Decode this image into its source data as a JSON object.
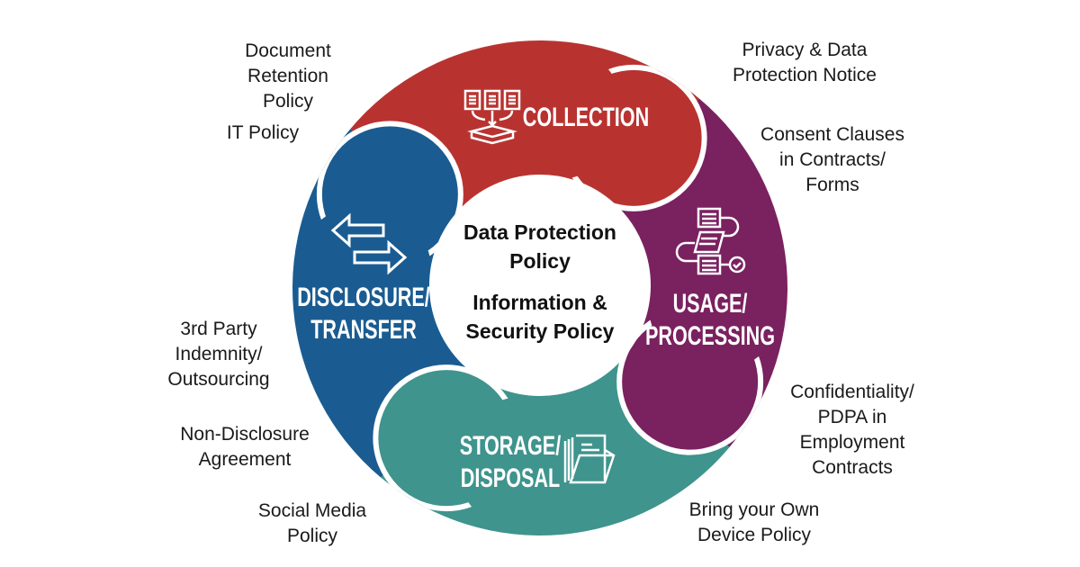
{
  "colors": {
    "collection": "#b83330",
    "usage": "#7a2160",
    "storage": "#3f948d",
    "disclosure": "#1a5c91"
  },
  "center": {
    "line1": "Data Protection",
    "line2": "Policy",
    "line3": "Information &",
    "line4": "Security Policy"
  },
  "segments": {
    "collection": {
      "lines": [
        "COLLECTION"
      ],
      "icon": "documents-to-inbox-icon"
    },
    "usage": {
      "lines": [
        "USAGE/",
        "PROCESSING"
      ],
      "icon": "workflow-documents-icon"
    },
    "storage": {
      "lines": [
        "STORAGE/",
        "DISPOSAL"
      ],
      "icon": "open-folder-icon"
    },
    "disclosure": {
      "lines": [
        "DISCLOSURE/",
        "TRANSFER"
      ],
      "icon": "transfer-arrows-icon"
    }
  },
  "policies": {
    "document_retention": [
      "Document",
      "Retention",
      "Policy"
    ],
    "it_policy": [
      "IT Policy"
    ],
    "privacy_notice": [
      "Privacy & Data",
      "Protection Notice"
    ],
    "consent_clauses": [
      "Consent Clauses",
      "in Contracts/",
      "Forms"
    ],
    "confidentiality": [
      "Confidentiality/",
      "PDPA in",
      "Employment",
      "Contracts"
    ],
    "byod": [
      "Bring your Own",
      "Device Policy"
    ],
    "social_media": [
      "Social Media",
      "Policy"
    ],
    "nda": [
      "Non-Disclosure",
      "Agreement"
    ],
    "third_party": [
      "3rd Party",
      "Indemnity/",
      "Outsourcing"
    ]
  }
}
